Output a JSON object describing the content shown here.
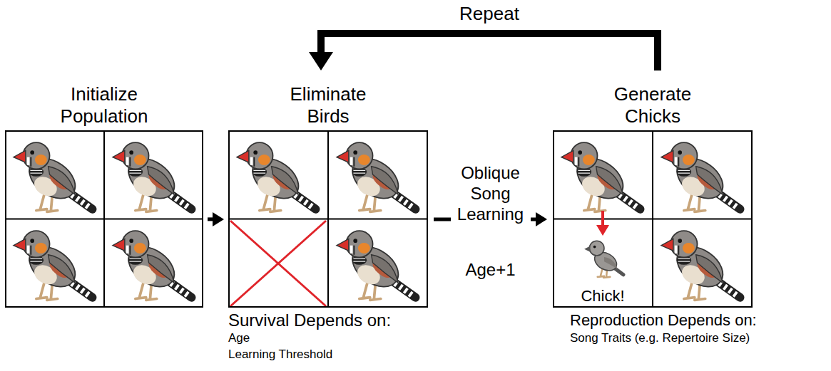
{
  "diagram": {
    "nodes": [
      {
        "text": [
          "Initialize Population"
        ]
      },
      {
        "text": [
          "Eliminate Birds",
          "Survival Depends on:",
          "Age",
          "Learning Threshold"
        ]
      },
      {
        "text": [
          "Generate Chicks",
          "Reproduction Depends on:",
          "Song Traits (e.g. Repertoire Size)"
        ]
      },
      {
        "text": [
          "Chick!"
        ],
        "in": 2
      }
    ],
    "edges": [
      {
        "from": 0,
        "to": 1,
        "arrow": "to"
      },
      {
        "from": 1,
        "to": 2,
        "label": "Oblique Song Learning",
        "arrow": "to"
      },
      {
        "from": 2,
        "to": 1,
        "label": "Repeat",
        "arrow": "to"
      }
    ],
    "labels": [
      "Age+1"
    ]
  }
}
